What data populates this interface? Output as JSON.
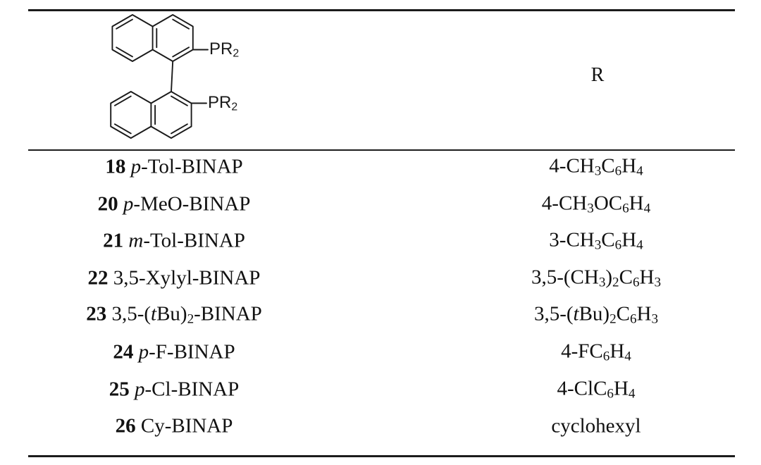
{
  "colors": {
    "background": "#ffffff",
    "ink": "#111111",
    "rule": "#1c1c1c"
  },
  "table": {
    "header": {
      "r_label": "R"
    },
    "structure": {
      "description": "binap-skeleton",
      "pr2_top": [
        {
          "t": "PR"
        },
        {
          "t": "2",
          "sub": 1
        }
      ],
      "pr2_bottom": [
        {
          "t": "PR"
        },
        {
          "t": "2",
          "sub": 1
        }
      ]
    },
    "rows": [
      {
        "ligand": [
          {
            "t": "18",
            "b": 1
          },
          {
            "t": " "
          },
          {
            "t": "p",
            "i": 1
          },
          {
            "t": "-Tol-BINAP"
          }
        ],
        "r": [
          {
            "t": "4-CH"
          },
          {
            "t": "3",
            "sub": 1
          },
          {
            "t": "C"
          },
          {
            "t": "6",
            "sub": 1
          },
          {
            "t": "H"
          },
          {
            "t": "4",
            "sub": 1
          }
        ]
      },
      {
        "ligand": [
          {
            "t": "20",
            "b": 1
          },
          {
            "t": " "
          },
          {
            "t": "p",
            "i": 1
          },
          {
            "t": "-MeO-BINAP"
          }
        ],
        "r": [
          {
            "t": "4-CH"
          },
          {
            "t": "3",
            "sub": 1
          },
          {
            "t": "OC"
          },
          {
            "t": "6",
            "sub": 1
          },
          {
            "t": "H"
          },
          {
            "t": "4",
            "sub": 1
          }
        ]
      },
      {
        "ligand": [
          {
            "t": "21",
            "b": 1
          },
          {
            "t": " "
          },
          {
            "t": "m",
            "i": 1
          },
          {
            "t": "-Tol-BINAP"
          }
        ],
        "r": [
          {
            "t": "3-CH"
          },
          {
            "t": "3",
            "sub": 1
          },
          {
            "t": "C"
          },
          {
            "t": "6",
            "sub": 1
          },
          {
            "t": "H"
          },
          {
            "t": "4",
            "sub": 1
          }
        ]
      },
      {
        "ligand": [
          {
            "t": "22",
            "b": 1
          },
          {
            "t": " 3,5-Xylyl-BINAP"
          }
        ],
        "r": [
          {
            "t": "3,5-(CH"
          },
          {
            "t": "3",
            "sub": 1
          },
          {
            "t": ")"
          },
          {
            "t": "2",
            "sub": 1
          },
          {
            "t": "C"
          },
          {
            "t": "6",
            "sub": 1
          },
          {
            "t": "H"
          },
          {
            "t": "3",
            "sub": 1
          }
        ]
      },
      {
        "ligand": [
          {
            "t": "23",
            "b": 1
          },
          {
            "t": " 3,5-("
          },
          {
            "t": "t",
            "i": 1
          },
          {
            "t": "Bu)"
          },
          {
            "t": "2",
            "sub": 1
          },
          {
            "t": "-BINAP"
          }
        ],
        "r": [
          {
            "t": "3,5-("
          },
          {
            "t": "t",
            "i": 1
          },
          {
            "t": "Bu)"
          },
          {
            "t": "2",
            "sub": 1
          },
          {
            "t": "C"
          },
          {
            "t": "6",
            "sub": 1
          },
          {
            "t": "H"
          },
          {
            "t": "3",
            "sub": 1
          }
        ]
      },
      {
        "ligand": [
          {
            "t": "24",
            "b": 1
          },
          {
            "t": " "
          },
          {
            "t": "p",
            "i": 1
          },
          {
            "t": "-F-BINAP"
          }
        ],
        "r": [
          {
            "t": "4-FC"
          },
          {
            "t": "6",
            "sub": 1
          },
          {
            "t": "H"
          },
          {
            "t": "4",
            "sub": 1
          }
        ]
      },
      {
        "ligand": [
          {
            "t": "25",
            "b": 1
          },
          {
            "t": " "
          },
          {
            "t": "p",
            "i": 1
          },
          {
            "t": "-Cl-BINAP"
          }
        ],
        "r": [
          {
            "t": "4-ClC"
          },
          {
            "t": "6",
            "sub": 1
          },
          {
            "t": "H"
          },
          {
            "t": "4",
            "sub": 1
          }
        ]
      },
      {
        "ligand": [
          {
            "t": "26",
            "b": 1
          },
          {
            "t": " Cy-BINAP"
          }
        ],
        "r": [
          {
            "t": "cyclohexyl"
          }
        ]
      }
    ]
  }
}
